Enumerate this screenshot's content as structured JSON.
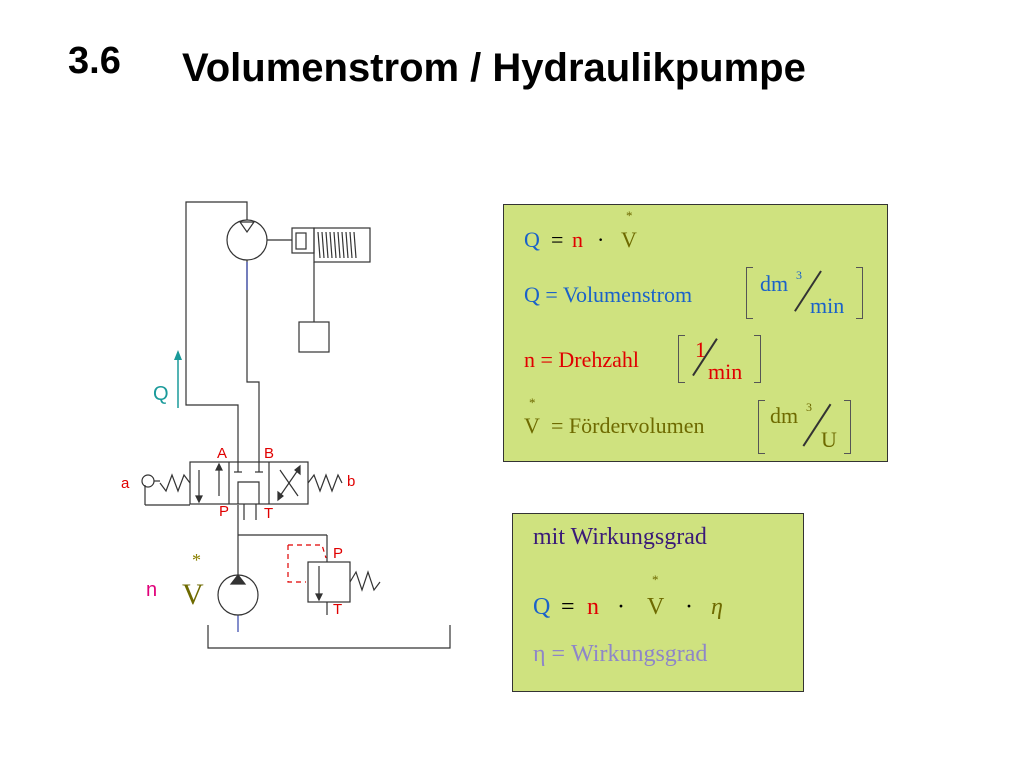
{
  "title": {
    "number": "3.6",
    "text": "Volumenstrom / Hydraulikpumpe"
  },
  "diagram": {
    "labels": {
      "flow": "Q",
      "port_a_top": "A",
      "port_b_top": "B",
      "solenoid_a": "a",
      "solenoid_b": "b",
      "port_p_valve": "P",
      "port_t_valve": "T",
      "relief_p": "P",
      "relief_t": "T",
      "speed": "n",
      "volume_star": "*",
      "volume": "V"
    }
  },
  "box1": {
    "eq1": {
      "q": "Q",
      "eq": "=",
      "n": "n",
      "dot": "·",
      "star": "*",
      "v": "V"
    },
    "line2": {
      "text": "Q = Volumenstrom",
      "num": "dm",
      "exp": "3",
      "den": "min"
    },
    "line3": {
      "text": "n = Drehzahl",
      "num": "1",
      "den": "min"
    },
    "line4": {
      "star": "*",
      "v": "V",
      "text": "= Fördervolumen",
      "num": "dm",
      "exp": "3",
      "den": "U"
    }
  },
  "box2": {
    "heading": "mit Wirkungsgrad",
    "eq": {
      "q": "Q",
      "eq": "=",
      "n": "n",
      "dot1": "·",
      "star": "*",
      "v": "V",
      "dot2": "·",
      "eta": "η"
    },
    "def": "η = Wirkungsgrad"
  },
  "colors": {
    "box_fill": "#cfe27f",
    "blue": "#1a62c9",
    "red": "#e00000",
    "olive": "#6e6a00",
    "teal": "#1a9a9a"
  }
}
